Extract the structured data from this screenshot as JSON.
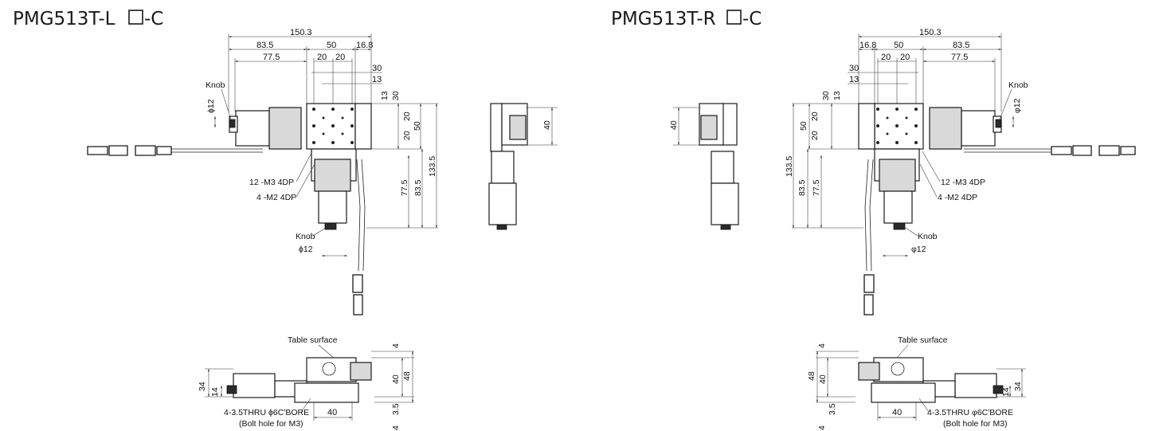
{
  "left_view": {
    "title_prefix": "PMG513T-L",
    "title_suffix": "-C",
    "dims": {
      "total_width": "150.3",
      "d83_5": "83.5",
      "d50": "50",
      "d16_8": "16.8",
      "d77_5": "77.5",
      "d20a": "20",
      "d20b": "20",
      "d30": "30",
      "d13": "13",
      "v13": "13",
      "v30": "30",
      "v20a": "20",
      "v20b": "20",
      "v50": "50",
      "v77_5": "77.5",
      "v83_5": "83.5",
      "v133_5": "133.5",
      "knob_dia_top": "ϕ12",
      "knob_dia_bottom": "ϕ12",
      "side_40": "40"
    },
    "labels": {
      "knob_top": "Knob",
      "knob_bottom": "Knob",
      "holes_m3": "12 -M3 4DP",
      "holes_m2": "4 -M2 4DP"
    },
    "front": {
      "table_surface": "Table surface",
      "v4": "4",
      "v40": "40",
      "v48": "48",
      "v34": "34",
      "v14": "14",
      "v3_5": "3.5",
      "v4b": "4",
      "h40": "40",
      "bolt_note": "4-3.5THRU ϕ6C'BORE",
      "bolt_sub": "(Bolt hole for M3)"
    }
  },
  "right_view": {
    "title_prefix": "PMG513T-R",
    "title_suffix": "-C",
    "dims": {
      "total_width": "150.3",
      "d16_8": "16.8",
      "d50": "50",
      "d83_5": "83.5",
      "d77_5": "77.5",
      "d20a": "20",
      "d20b": "20",
      "d30": "30",
      "d13": "13",
      "v30": "30",
      "v13": "13",
      "v20a": "20",
      "v20b": "20",
      "v50": "50",
      "v77_5": "77.5",
      "v83_5": "83.5",
      "v133_5": "133.5",
      "knob_dia_top": "φ12",
      "knob_dia_bottom": "φ12",
      "side_40": "40"
    },
    "labels": {
      "knob_top": "Knob",
      "knob_bottom": "Knob",
      "holes_m3": "12 -M3 4DP",
      "holes_m2": "4 -M2 4DP"
    },
    "front": {
      "table_surface": "Table surface",
      "v4": "4",
      "v48": "48",
      "v40": "40",
      "v34": "34",
      "v14": "14",
      "v3_5": "3.5",
      "v4b": "4",
      "h40": "40",
      "bolt_note": "4-3.5THRU φ6C'BORE",
      "bolt_sub": "(Bolt hole for M3)"
    }
  }
}
